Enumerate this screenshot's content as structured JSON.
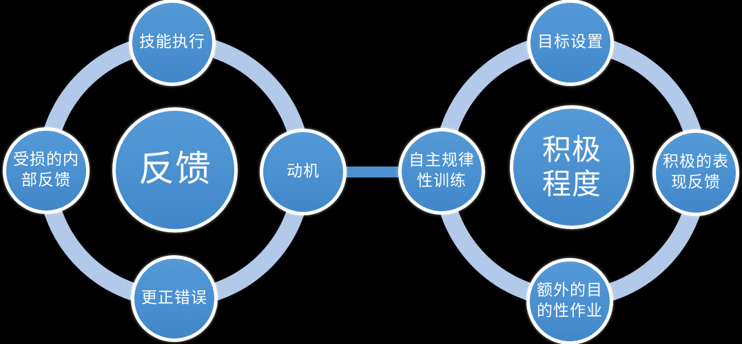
{
  "colors": {
    "bg": "#000000",
    "node_fill_top": "#559ad7",
    "node_fill_bottom": "#4287c9",
    "node_border": "#ffffff",
    "ring": "#b3c9e9",
    "connector": "#4b90d0",
    "text": "#ffffff"
  },
  "diagram": {
    "type": "two linked cycle diagrams (hub and spoke)",
    "connector": "bar between motivation node and autonomous-training node"
  },
  "clusters": [
    {
      "name": "feedback-cycle",
      "hub": {
        "lines": [
          "反馈"
        ]
      },
      "satellites": [
        {
          "position": "top",
          "lines": [
            "技能执行"
          ]
        },
        {
          "position": "left",
          "lines": [
            "受损的内",
            "部反馈"
          ]
        },
        {
          "position": "bottom",
          "lines": [
            "更正错误"
          ]
        },
        {
          "position": "right",
          "lines": [
            "动机"
          ]
        }
      ]
    },
    {
      "name": "positivity-cycle",
      "hub": {
        "lines": [
          "积极",
          "程度"
        ]
      },
      "satellites": [
        {
          "position": "top",
          "lines": [
            "目标设置"
          ]
        },
        {
          "position": "left",
          "lines": [
            "自主规律",
            "性训练"
          ]
        },
        {
          "position": "bottom",
          "lines": [
            "额外的目",
            "的性作业"
          ]
        },
        {
          "position": "right",
          "lines": [
            "积极的表",
            "现反馈"
          ]
        }
      ]
    }
  ]
}
